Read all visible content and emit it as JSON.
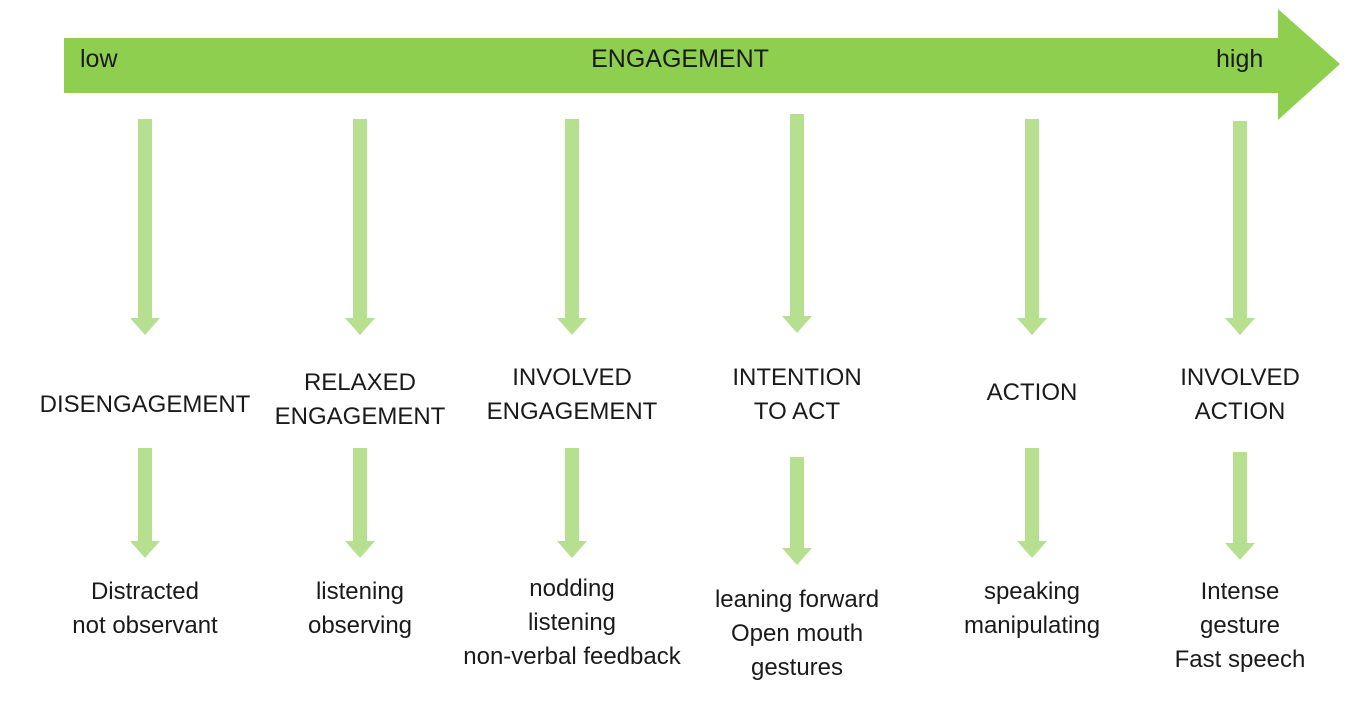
{
  "scale": {
    "title": "ENGAGEMENT",
    "low_label": "low",
    "high_label": "high",
    "arrow_color": "#8fcf4f",
    "small_arrow_color": "#b7df90"
  },
  "stages": [
    {
      "name_lines": [
        "DISENGAGEMENT"
      ],
      "behaviours": [
        "Distracted",
        "not observant"
      ]
    },
    {
      "name_lines": [
        "RELAXED",
        "ENGAGEMENT"
      ],
      "behaviours": [
        "listening",
        "observing"
      ]
    },
    {
      "name_lines": [
        "INVOLVED",
        "ENGAGEMENT"
      ],
      "behaviours": [
        "nodding",
        "listening",
        "non-verbal feedback"
      ]
    },
    {
      "name_lines": [
        "INTENTION",
        "TO ACT"
      ],
      "behaviours": [
        "leaning forward",
        "Open mouth",
        "gestures"
      ]
    },
    {
      "name_lines": [
        "ACTION"
      ],
      "behaviours": [
        "speaking",
        "manipulating"
      ]
    },
    {
      "name_lines": [
        "INVOLVED",
        "ACTION"
      ],
      "behaviours": [
        "Intense",
        "gesture",
        "Fast speech"
      ]
    }
  ]
}
